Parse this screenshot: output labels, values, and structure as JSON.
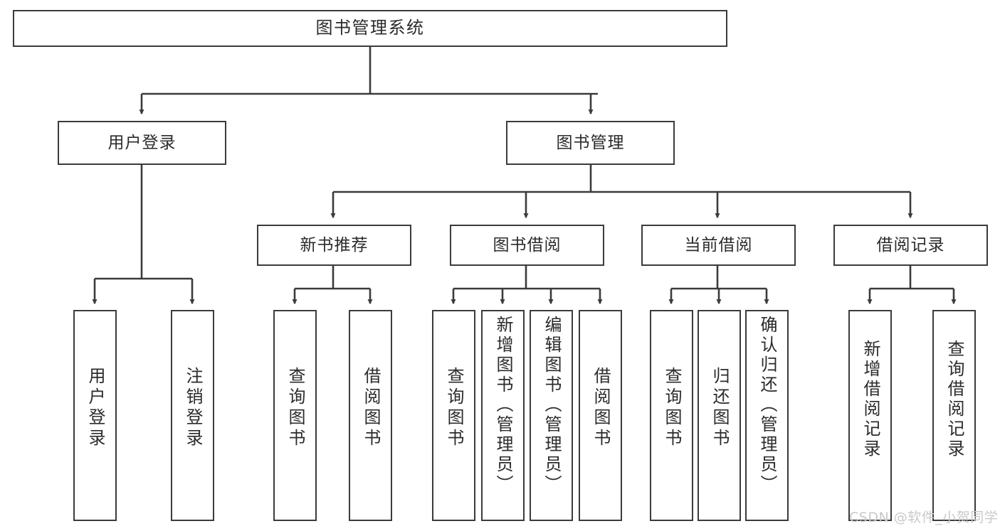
{
  "diagram": {
    "title": "图书管理系统",
    "type": "功能结构图",
    "colors": {
      "stroke": "#3b3b3b",
      "fill": "#ffffff",
      "text": "#2b2b2b",
      "watermark": "#c9c9c9",
      "background": "#ffffff"
    }
  },
  "nodes": {
    "root": {
      "label": "图书管理系统",
      "level": 1
    },
    "user_login": {
      "label": "用户登录",
      "level": 2
    },
    "book_manage": {
      "label": "图书管理",
      "level": 2
    },
    "new_book_rec": {
      "label": "新书推荐",
      "level": 3
    },
    "book_borrow": {
      "label": "图书借阅",
      "level": 3
    },
    "current_borrow": {
      "label": "当前借阅",
      "level": 3
    },
    "borrow_record": {
      "label": "借阅记录",
      "level": 3
    },
    "leaf_user_login": {
      "label": "用户登录",
      "level": 4
    },
    "leaf_logout": {
      "label": "注销登录",
      "level": 4
    },
    "leaf_query_book_1": {
      "label": "查询图书",
      "level": 4
    },
    "leaf_borrow_book_1": {
      "label": "借阅图书",
      "level": 4
    },
    "leaf_query_book_2": {
      "label": "查询图书",
      "level": 4
    },
    "leaf_add_book": {
      "label": "新增图书（管理员）",
      "level": 4
    },
    "leaf_edit_book": {
      "label": "编辑图书（管理员）",
      "level": 4
    },
    "leaf_borrow_book_2": {
      "label": "借阅图书",
      "level": 4
    },
    "leaf_query_book_3": {
      "label": "查询图书",
      "level": 4
    },
    "leaf_return_book": {
      "label": "归还图书",
      "level": 4
    },
    "leaf_confirm_return": {
      "label": "确认归还（管理员）",
      "level": 4
    },
    "leaf_add_record": {
      "label": "新增借阅记录",
      "level": 4
    },
    "leaf_query_record": {
      "label": "查询借阅记录",
      "level": 4
    }
  },
  "edges": [
    {
      "from": "root",
      "to": "user_login"
    },
    {
      "from": "root",
      "to": "book_manage"
    },
    {
      "from": "user_login",
      "to": "leaf_user_login"
    },
    {
      "from": "user_login",
      "to": "leaf_logout"
    },
    {
      "from": "book_manage",
      "to": "new_book_rec"
    },
    {
      "from": "book_manage",
      "to": "book_borrow"
    },
    {
      "from": "book_manage",
      "to": "current_borrow"
    },
    {
      "from": "book_manage",
      "to": "borrow_record"
    },
    {
      "from": "new_book_rec",
      "to": "leaf_query_book_1"
    },
    {
      "from": "new_book_rec",
      "to": "leaf_borrow_book_1"
    },
    {
      "from": "book_borrow",
      "to": "leaf_query_book_2"
    },
    {
      "from": "book_borrow",
      "to": "leaf_add_book"
    },
    {
      "from": "book_borrow",
      "to": "leaf_edit_book"
    },
    {
      "from": "book_borrow",
      "to": "leaf_borrow_book_2"
    },
    {
      "from": "current_borrow",
      "to": "leaf_query_book_3"
    },
    {
      "from": "current_borrow",
      "to": "leaf_return_book"
    },
    {
      "from": "current_borrow",
      "to": "leaf_confirm_return"
    },
    {
      "from": "borrow_record",
      "to": "leaf_add_record"
    },
    {
      "from": "borrow_record",
      "to": "leaf_query_record"
    }
  ],
  "watermark": {
    "text": "CSDN @软件_小贺同学"
  }
}
